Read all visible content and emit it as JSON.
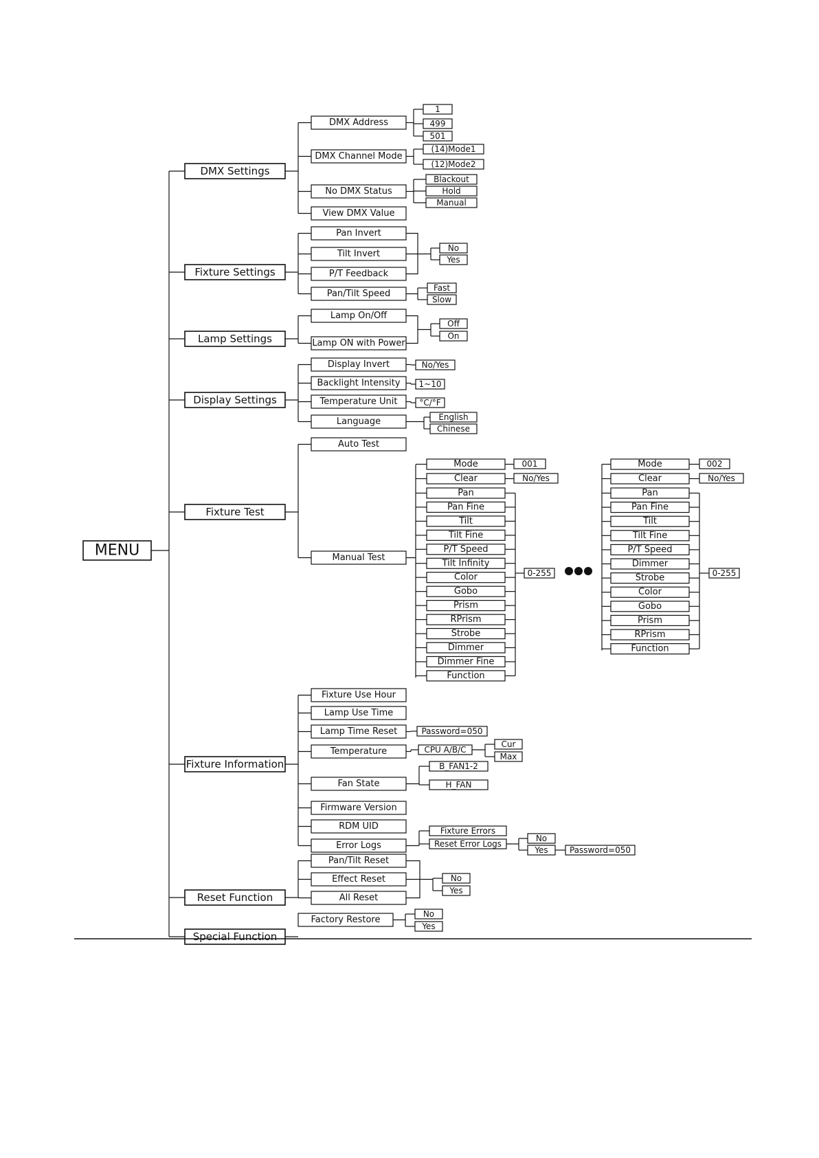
{
  "diagram": {
    "root": "MENU",
    "branches": [
      {
        "key": "dmx",
        "label": "DMX Settings",
        "children": [
          {
            "label": "DMX Address",
            "options": [
              "1",
              "499",
              "501"
            ]
          },
          {
            "label": "DMX Channel Mode",
            "options": [
              "(14)Mode1",
              "(12)Mode2"
            ]
          },
          {
            "label": "No DMX Status",
            "options": [
              "Blackout",
              "Hold",
              "Manual"
            ]
          },
          {
            "label": "View DMX Value"
          }
        ]
      },
      {
        "key": "fixset",
        "label": "Fixture Settings",
        "children": [
          {
            "label": "Pan Invert"
          },
          {
            "label": "Tilt Invert"
          },
          {
            "label": "P/T Feedback"
          },
          {
            "label": "Pan/Tilt Speed",
            "options": [
              "Fast",
              "Slow"
            ]
          }
        ],
        "shared_options": [
          "No",
          "Yes"
        ]
      },
      {
        "key": "lamp",
        "label": "Lamp Settings",
        "children": [
          {
            "label": "Lamp On/Off"
          },
          {
            "label": "Lamp ON with Power"
          }
        ],
        "shared_options": [
          "Off",
          "On"
        ]
      },
      {
        "key": "display",
        "label": "Display Settings",
        "children": [
          {
            "label": "Display Invert",
            "options": [
              "No/Yes"
            ]
          },
          {
            "label": "Backlight Intensity",
            "options": [
              "1~10"
            ]
          },
          {
            "label": "Temperature Unit",
            "options": [
              "°C/°F"
            ]
          },
          {
            "label": "Language",
            "options": [
              "English",
              "Chinese"
            ]
          }
        ]
      },
      {
        "key": "test",
        "label": "Fixture Test",
        "children": [
          {
            "label": "Auto Test"
          },
          {
            "label": "Manual Test"
          }
        ]
      },
      {
        "key": "info",
        "label": "Fixture Information",
        "children": [
          {
            "label": "Fixture Use Hour"
          },
          {
            "label": "Lamp Use Time"
          },
          {
            "label": "Lamp Time Reset",
            "options": [
              "Password=050"
            ]
          },
          {
            "label": "Temperature",
            "options": [
              "CPU A/B/C"
            ],
            "sub": [
              "Cur",
              "Max"
            ]
          },
          {
            "label": "Fan State",
            "options": [
              "B_FAN1-2",
              "H_FAN"
            ]
          },
          {
            "label": "Firmware Version"
          },
          {
            "label": "RDM UID"
          },
          {
            "label": "Error Logs",
            "options": [
              "Fixture Errors",
              "Reset Error Logs"
            ],
            "sub": [
              "No",
              "Yes"
            ],
            "password": "Password=050"
          }
        ]
      },
      {
        "key": "reset",
        "label": "Reset Function",
        "children": [
          {
            "label": "Pan/Tilt Reset"
          },
          {
            "label": "Effect Reset"
          },
          {
            "label": "All Reset"
          }
        ],
        "shared_options": [
          "No",
          "Yes"
        ]
      },
      {
        "key": "special",
        "label": "Special Function",
        "children": [
          {
            "label": "Factory Restore",
            "options": [
              "No",
              "Yes"
            ]
          }
        ]
      }
    ],
    "manual_test": {
      "mode1": {
        "mode_label": "Mode",
        "mode_value": "001",
        "clear_label": "Clear",
        "clear_value": "No/Yes",
        "channels": [
          "Pan",
          "Pan Fine",
          "Tilt",
          "Tilt Fine",
          "P/T Speed",
          "Tilt Infinity",
          "Color",
          "Gobo",
          "Prism",
          "RPrism",
          "Strobe",
          "Dimmer",
          "Dimmer Fine",
          "Function"
        ],
        "range": "0-255"
      },
      "mode2": {
        "mode_label": "Mode",
        "mode_value": "002",
        "clear_label": "Clear",
        "clear_value": "No/Yes",
        "channels": [
          "Pan",
          "Pan Fine",
          "Tilt",
          "Tilt Fine",
          "P/T Speed",
          "Dimmer",
          "Strobe",
          "Color",
          "Gobo",
          "Prism",
          "RPrism",
          "Function"
        ],
        "range": "0-255"
      }
    }
  }
}
